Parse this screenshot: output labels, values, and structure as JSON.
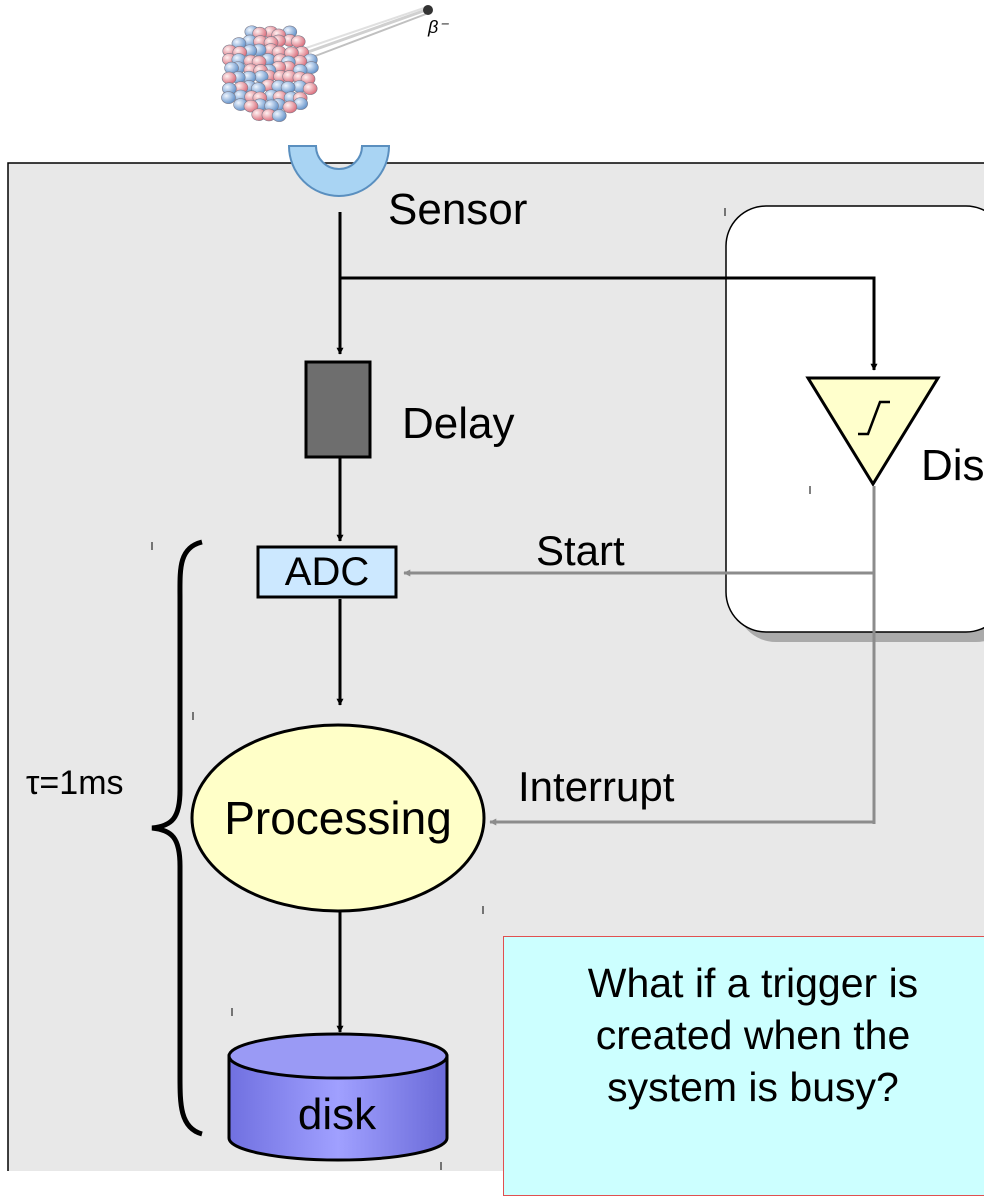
{
  "labels": {
    "beta": "β⁻",
    "sensor": "Sensor",
    "delay": "Delay",
    "discriminator": "Dis",
    "adc": "ADC",
    "start": "Start",
    "processing": "Processing",
    "interrupt": "Interrupt",
    "tau": "τ=1ms",
    "disk": "disk"
  },
  "question": {
    "lines": [
      "What if a trigger is",
      "created when the",
      "system is busy?"
    ]
  },
  "colors": {
    "panel_bg": "#e8e8e8",
    "sensor_fill": "#a9d4f3",
    "delay_fill": "#6e6e6e",
    "adc_fill": "#cce8ff",
    "processing_fill": "#ffffc8",
    "disk_fill": "#8c8cf0",
    "discriminator_fill": "#ffffcc",
    "trigger_line": "#8c8c8c",
    "question_bg": "#ccffff",
    "question_border": "#e05050"
  }
}
